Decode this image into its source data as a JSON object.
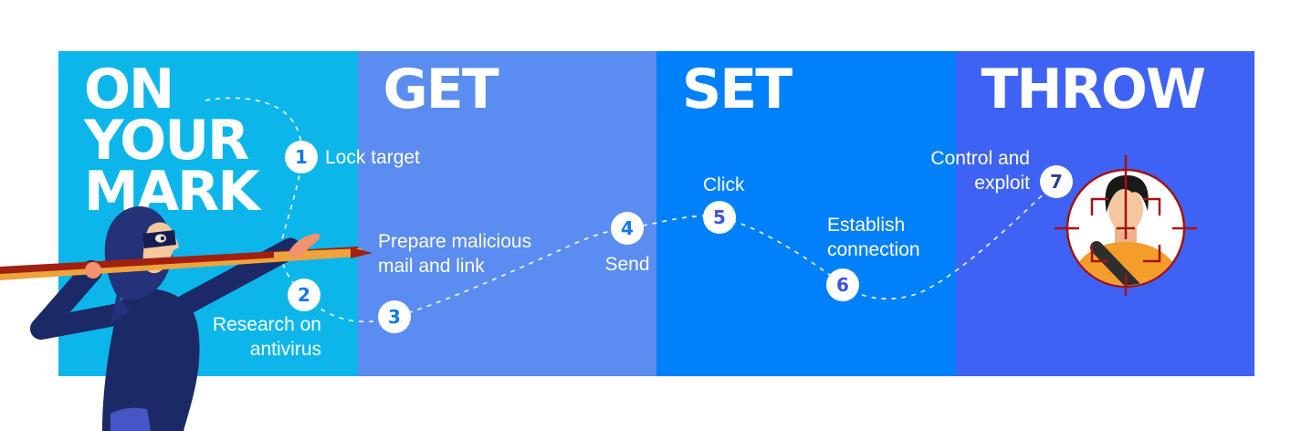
{
  "page": {
    "background": "#ffffff"
  },
  "infographic": {
    "phases": [
      {
        "label": "ON YOUR MARK",
        "color": "#0db6ea"
      },
      {
        "label": "GET",
        "color": "#5b8cef"
      },
      {
        "label": "SET",
        "color": "#0080fb"
      },
      {
        "label": "THROW",
        "color": "#3e63f4"
      }
    ],
    "steps": [
      {
        "number": "1",
        "label": "Lock target",
        "number_color": "#1577ee"
      },
      {
        "number": "2",
        "label": "Research on antivirus",
        "number_color": "#1577ee"
      },
      {
        "number": "3",
        "label": "Prepare malicious mail and link",
        "number_color": "#1577ee"
      },
      {
        "number": "4",
        "label": "Send",
        "number_color": "#1577ee"
      },
      {
        "number": "5",
        "label": "Click",
        "number_color": "#4053e0"
      },
      {
        "number": "6",
        "label": "Establish connection",
        "number_color": "#4053e0"
      },
      {
        "number": "7",
        "label": "Control and exploit",
        "number_color": "#323f8e"
      }
    ],
    "path_color": "#ffffff",
    "illustrations": {
      "attacker": "hooded-spear-thrower",
      "target": "person-in-crosshair",
      "crosshair_color": "#a31313"
    }
  }
}
